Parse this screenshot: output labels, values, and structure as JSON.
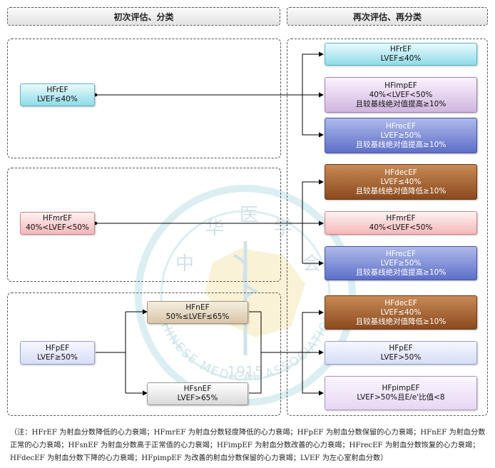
{
  "headers": {
    "left": "初次评估、分类",
    "right": "再次评估、再分类"
  },
  "initial": {
    "hfref": {
      "line1": "HFrEF",
      "line2": "LVEF≤40%"
    },
    "hfmref": {
      "line1": "HFmrEF",
      "line2": "40%<LVEF<50%"
    },
    "hfpef": {
      "line1": "HFpEF",
      "line2": "LVEF≥50%"
    },
    "hfnef": {
      "line1": "HFnEF",
      "line2": "50%≤LVEF≤65%"
    },
    "hfsnef": {
      "line1": "HFsnEF",
      "line2": "LVEF>65%"
    }
  },
  "reassess": {
    "g1": [
      {
        "lines": [
          "HFrEF",
          "LVEF≤40%"
        ]
      },
      {
        "lines": [
          "HFimpEF",
          "40%<LVEF<50%",
          "且较基线绝对值提高≥10%"
        ]
      },
      {
        "lines": [
          "HFrecEF",
          "LVEF≥50%",
          "且较基线绝对值提高≥10%"
        ]
      }
    ],
    "g2": [
      {
        "lines": [
          "HFdecEF",
          "LVEF≤40%",
          "且较基线绝对值降低≥10%"
        ]
      },
      {
        "lines": [
          "HFmrEF",
          "40%<LVEF<50%"
        ]
      },
      {
        "lines": [
          "HFrecEF",
          "LVEF≥50%",
          "且较基线绝对值提高≥10%"
        ]
      }
    ],
    "g3": [
      {
        "lines": [
          "HFdecEF",
          "LVEF≤40%",
          "且较基线绝对值降低≥10%"
        ]
      },
      {
        "lines": [
          "HFpEF",
          "LVEF>50%"
        ]
      },
      {
        "lines": [
          "HFpimpEF",
          "LVEF>50%且E/e'比值<8"
        ]
      }
    ]
  },
  "watermark": {
    "chars": [
      "中",
      "华",
      "医",
      "学",
      "会"
    ],
    "year": "1915",
    "arc_text": "CHINESE MEDICAL ASSOCIATION"
  },
  "note": "（注：HFrEF 为射血分数降低的心力衰竭；HFmrEF 为射血分数轻度降低的心力衰竭；HFpEF 为射血分数保留的心力衰竭；HFnEF 为射血分数正常的心力衰竭；HFsnEF 为射血分数高于正常值的心力衰竭；HFimpEF 为射血分数改善的心力衰竭；HFrecEF 为射血分数恢复的心力衰竭；HFdecEF 为射血分数下降的心力衰竭；HFpimpEF 为改善的射血分数保留的心力衰竭；LVEF 为左心室射血分数）"
}
